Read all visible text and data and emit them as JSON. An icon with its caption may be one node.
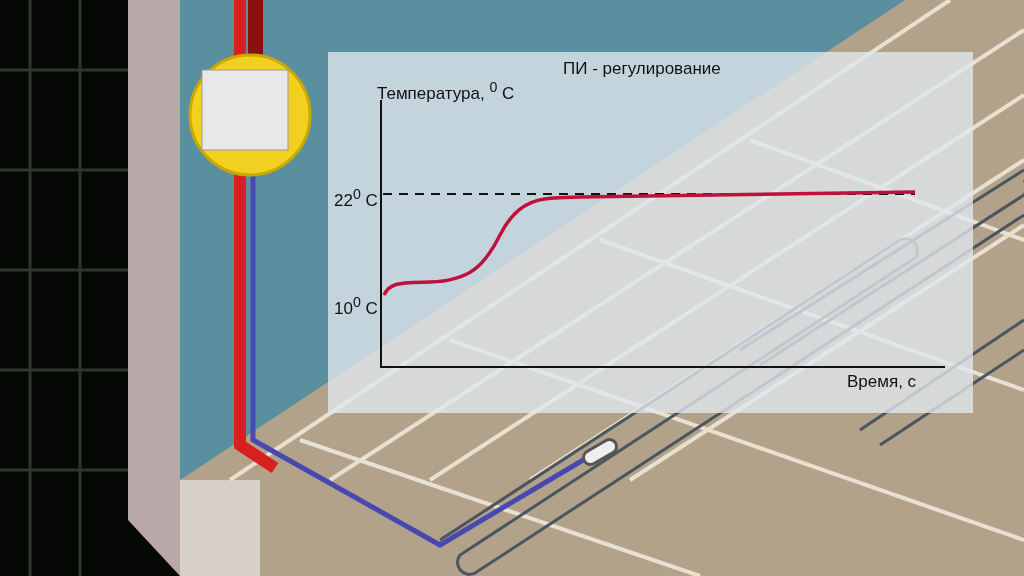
{
  "diagram": {
    "labels": [
      "ПИ - регулирование",
      "Температура, $^{0}$ С",
      "22$^{0}$ С",
      "10$^{0}$ С",
      "Время, с"
    ]
  }
}
